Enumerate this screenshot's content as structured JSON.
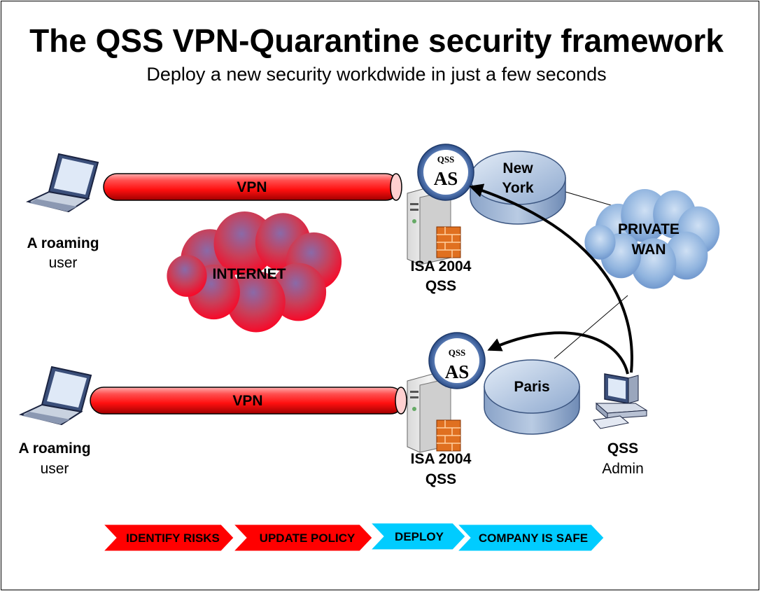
{
  "title": "The QSS VPN-Quarantine security framework",
  "subtitle": "Deploy a new security workdwide in just a few seconds",
  "users": [
    {
      "name": "A roaming",
      "sub": "user",
      "icon": "laptop-icon"
    },
    {
      "name": "A roaming",
      "sub": "user",
      "icon": "laptop-icon"
    }
  ],
  "tunnels": [
    "VPN",
    "VPN"
  ],
  "internet_label": "INTERNET",
  "servers": [
    {
      "line1": "ISA 2004",
      "line2": "QSS",
      "badge_top": "QSS",
      "badge_main": "AS",
      "site": [
        "New",
        "York"
      ]
    },
    {
      "line1": "ISA 2004",
      "line2": "QSS",
      "badge_top": "QSS",
      "badge_main": "AS",
      "site": [
        "Paris"
      ]
    }
  ],
  "wan_label": [
    "PRIVATE",
    "WAN"
  ],
  "admin": {
    "name": "QSS",
    "sub": "Admin",
    "icon": "desktop-computer-icon"
  },
  "steps": [
    {
      "label": "IDENTIFY RISKS",
      "color": "#ff0000"
    },
    {
      "label": "UPDATE POLICY",
      "color": "#ff0000"
    },
    {
      "label": "DEPLOY",
      "color": "#00ccff"
    },
    {
      "label": "COMPANY IS SAFE",
      "color": "#00ccff"
    }
  ],
  "colors": {
    "tunnel": "#ff2020",
    "internet": "#e0102a",
    "disk": "#9fb7d8",
    "wan": "#7aa3d6",
    "arrow": "#000000"
  }
}
